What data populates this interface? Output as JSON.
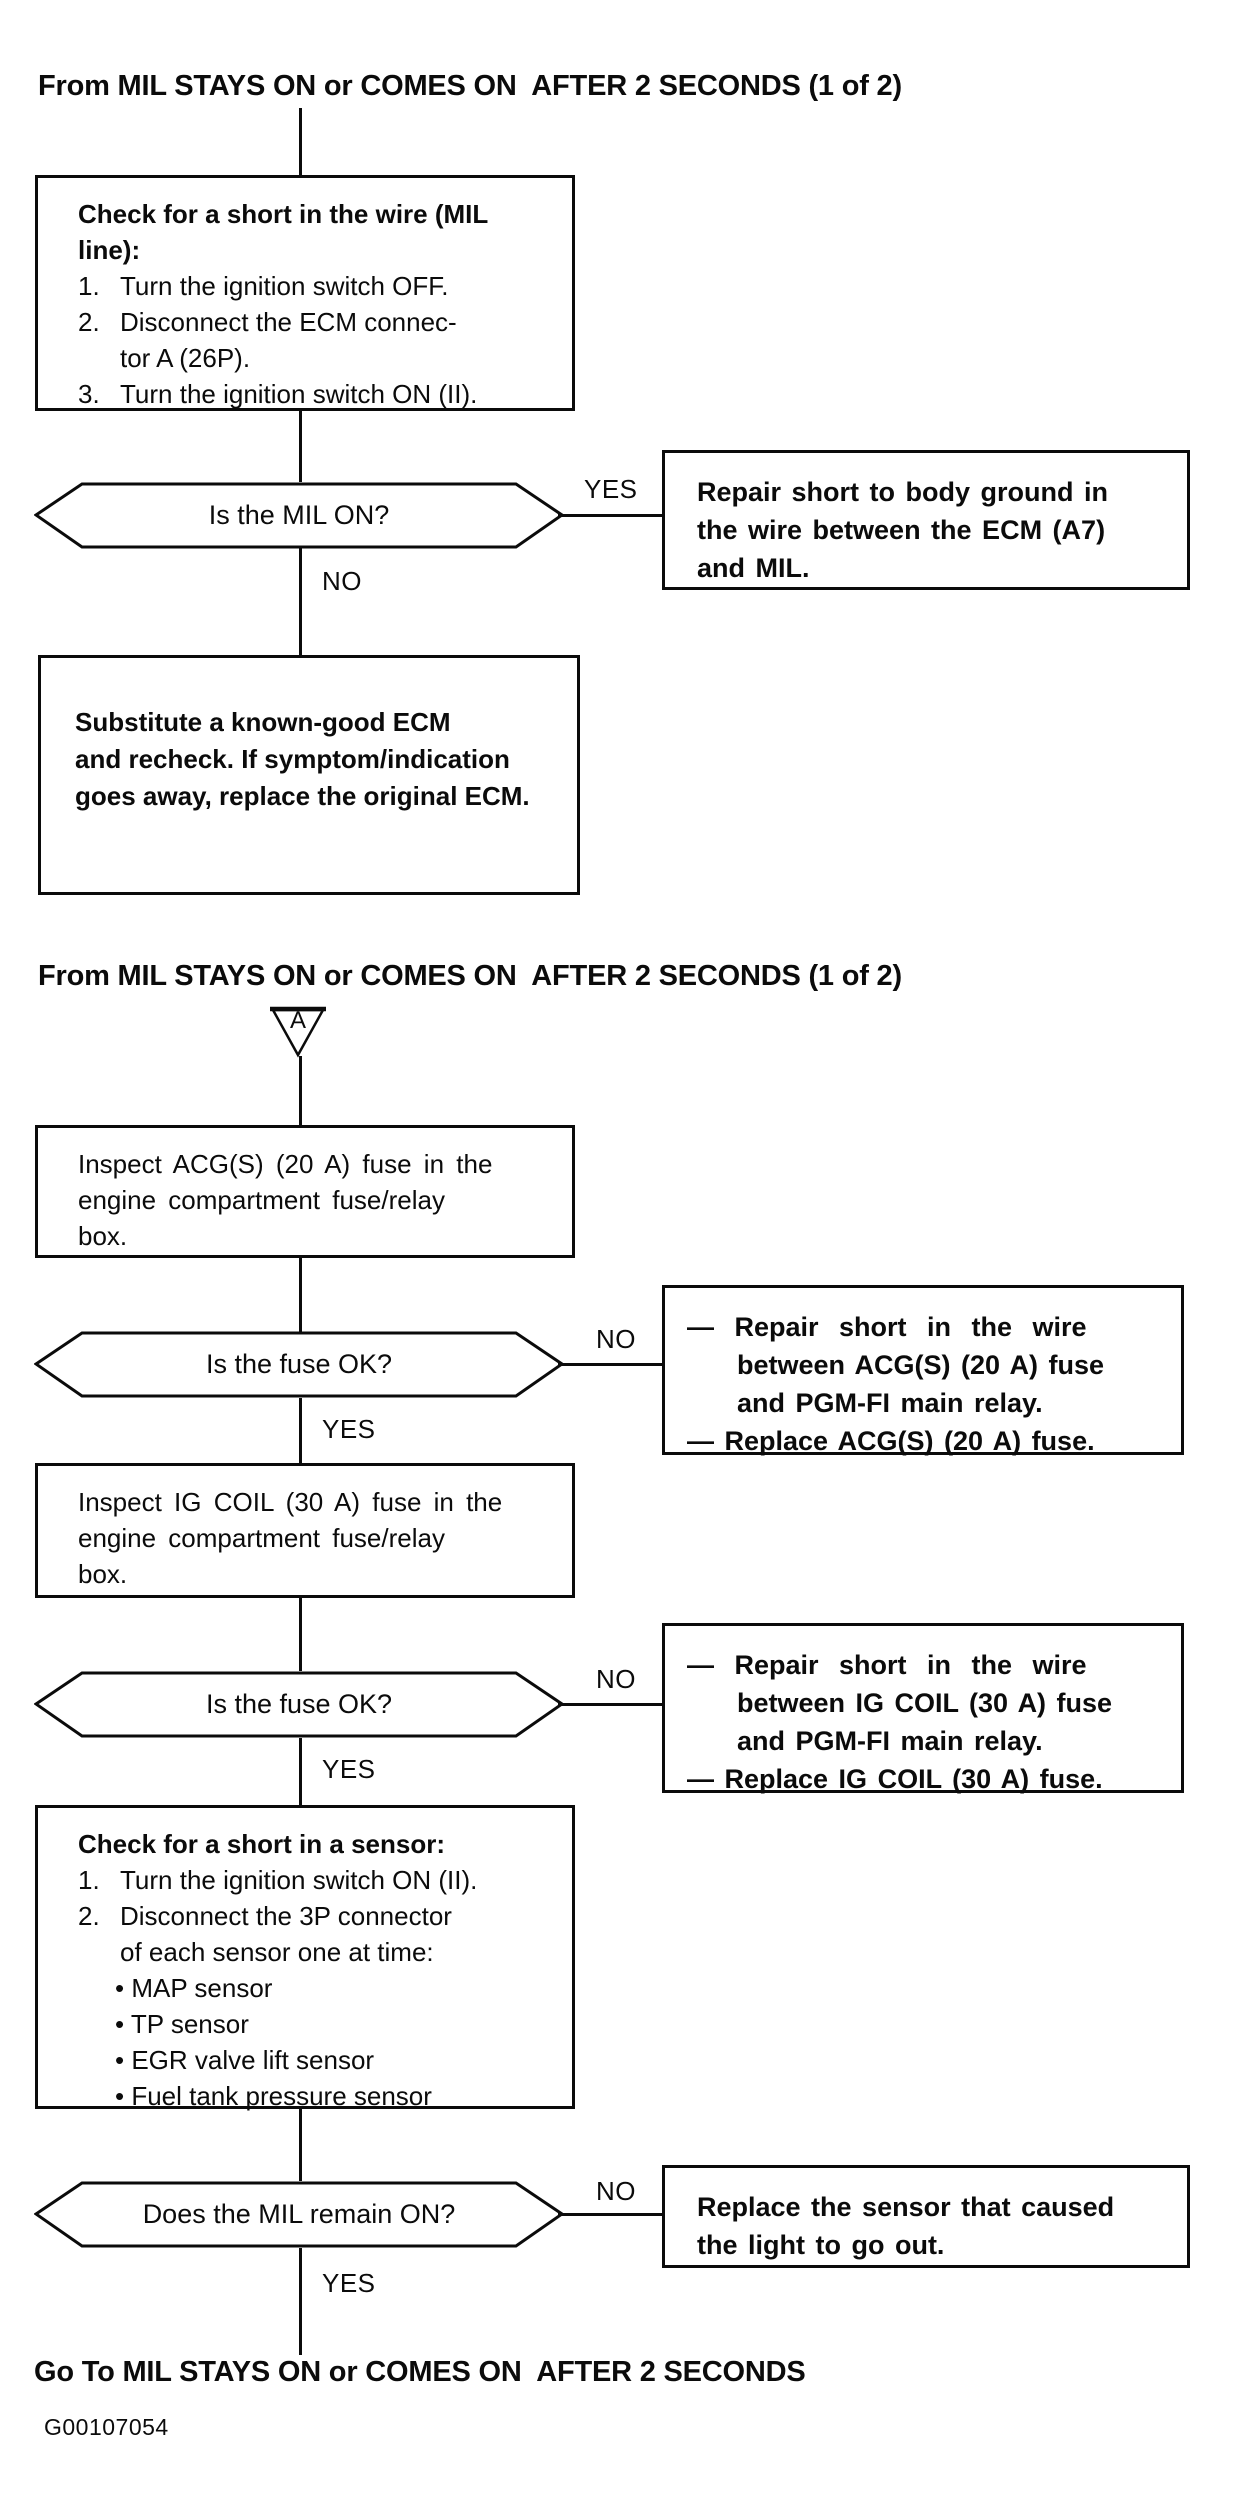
{
  "page": {
    "background": "#ffffff",
    "ink": "#0b0b0b"
  },
  "section1": {
    "title": "From MIL STAYS ON or COMES ON  AFTER 2 SECONDS (1 of 2)",
    "check_wire_box": {
      "heading": "Check for a short in the wire (MIL\nline):",
      "steps": [
        {
          "num": "1.",
          "text": "Turn the ignition switch OFF."
        },
        {
          "num": "2.",
          "text": "Disconnect the ECM connec-\ntor A (26P)."
        },
        {
          "num": "3.",
          "text": "Turn the ignition switch ON (II)."
        }
      ]
    },
    "decision_mil_on": {
      "question": "Is the MIL ON?",
      "yes": "YES",
      "no": "NO"
    },
    "repair_short_box": "Repair short to body ground in\nthe wire between the ECM (A7)\nand MIL.",
    "substitute_ecm_box": "Substitute a known-good ECM\nand recheck. If symptom/indication\ngoes away, replace the original ECM."
  },
  "section2": {
    "title": "From MIL STAYS ON or COMES ON  AFTER 2 SECONDS (1 of 2)",
    "connector_label": "A",
    "inspect_acg_box": "Inspect ACG(S) (20 A) fuse in the\nengine compartment fuse/relay\nbox.",
    "decision_fuse_acg": {
      "question": "Is the fuse OK?",
      "yes": "YES",
      "no": "NO"
    },
    "repair_acg_box": {
      "items": [
        "— Repair short in the wire\nbetween ACG(S) (20 A) fuse\nand PGM-FI main relay.",
        "— Replace ACG(S) (20 A) fuse."
      ]
    },
    "inspect_ig_box": "Inspect IG COIL (30 A) fuse in the\nengine compartment fuse/relay\nbox.",
    "decision_fuse_ig": {
      "question": "Is the fuse OK?",
      "yes": "YES",
      "no": "NO"
    },
    "repair_ig_box": {
      "items": [
        "— Repair short in the wire\nbetween IG COIL (30 A) fuse\nand PGM-FI main relay.",
        "— Replace IG COIL (30 A) fuse."
      ]
    },
    "check_sensor_box": {
      "heading": "Check for a short in a sensor:",
      "steps": [
        {
          "num": "1.",
          "text": "Turn the ignition switch ON (II)."
        },
        {
          "num": "2.",
          "text": "Disconnect the 3P connector\nof each sensor one at time:"
        }
      ],
      "sensors": [
        "• MAP sensor",
        "• TP sensor",
        "• EGR valve lift sensor",
        "• Fuel tank pressure sensor"
      ]
    },
    "decision_mil_remain": {
      "question": "Does the MIL remain ON?",
      "yes": "YES",
      "no": "NO"
    },
    "replace_sensor_box": "Replace the sensor that caused\nthe light to go out.",
    "goto_line": "Go To MIL STAYS ON or COMES ON  AFTER 2 SECONDS",
    "figure_id": "G00107054"
  }
}
